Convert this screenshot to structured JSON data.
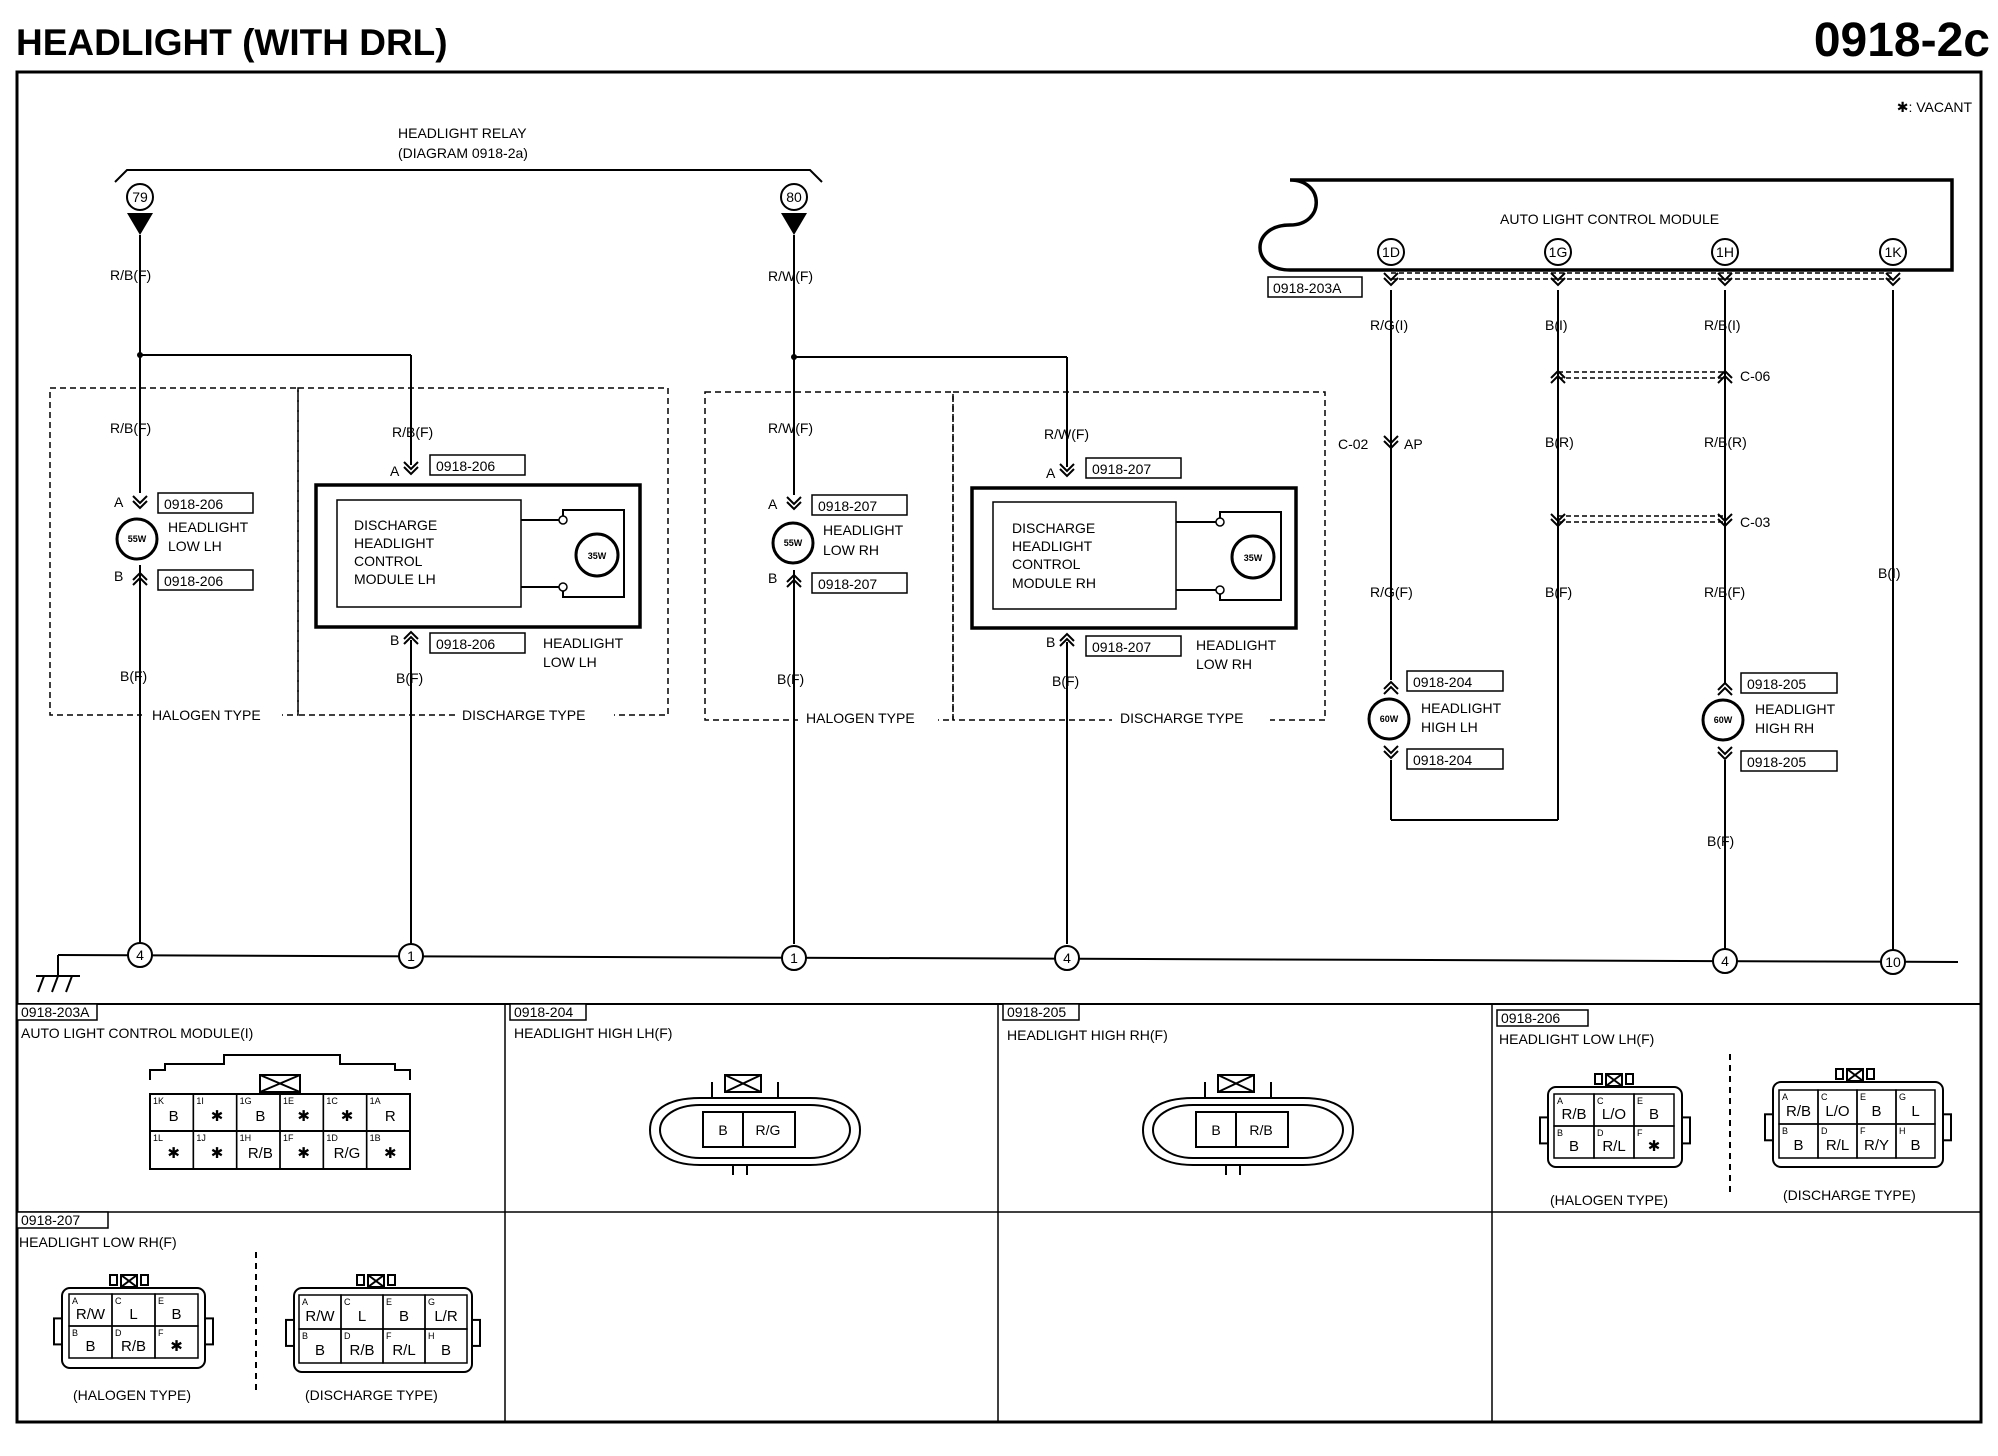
{
  "header": {
    "title": "HEADLIGHT (WITH DRL)",
    "code": "0918-2c"
  },
  "vacant_note": "✱: VACANT",
  "relay": {
    "name": "HEADLIGHT RELAY",
    "ref": "(DIAGRAM 0918-2a)",
    "pin_left": "79",
    "pin_right": "80"
  },
  "module": {
    "name": "AUTO LIGHT CONTROL MODULE",
    "conn_ref": "0918-203A",
    "pins": [
      "1D",
      "1G",
      "1H",
      "1K"
    ]
  },
  "wires": {
    "rb_f": "R/B(F)",
    "rw_f": "R/W(F)",
    "b_f": "B(F)",
    "rg_i": "R/G(I)",
    "b_i": "B(I)",
    "rb_i": "R/B(I)",
    "rg_f": "R/G(F)",
    "b_r": "B(R)",
    "rb_r": "R/B(R)"
  },
  "junctions": {
    "c06": "C-06",
    "c03": "C-03",
    "c02": "C-02",
    "ap": "AP"
  },
  "refs": {
    "r204": "0918-204",
    "r205": "0918-205",
    "r206": "0918-206",
    "r207": "0918-207"
  },
  "pins": {
    "a": "A",
    "b": "B"
  },
  "ground_pins": [
    "4",
    "1",
    "1",
    "4",
    "4",
    "10"
  ],
  "watts": {
    "w55": "55W",
    "w35": "35W",
    "w60": "60W"
  },
  "loads": {
    "low_lh_1": "HEADLIGHT",
    "low_lh_2": "LOW LH",
    "low_rh_1": "HEADLIGHT",
    "low_rh_2": "LOW RH",
    "high_lh_1": "HEADLIGHT",
    "high_lh_2": "HIGH LH",
    "high_rh_1": "HEADLIGHT",
    "high_rh_2": "HIGH RH"
  },
  "dhcm_lh": [
    "DISCHARGE",
    "HEADLIGHT",
    "CONTROL",
    "MODULE LH"
  ],
  "dhcm_rh": [
    "DISCHARGE",
    "HEADLIGHT",
    "CONTROL",
    "MODULE RH"
  ],
  "types": {
    "halogen": "HALOGEN TYPE",
    "discharge": "DISCHARGE TYPE",
    "halogen_p": "(HALOGEN TYPE)",
    "discharge_p": "(DISCHARGE TYPE)"
  },
  "connectors": {
    "c203a": {
      "ref": "0918-203A",
      "title": "AUTO LIGHT CONTROL MODULE(I)",
      "top": [
        [
          "1K",
          "B"
        ],
        [
          "1I",
          "✱"
        ],
        [
          "1G",
          "B"
        ],
        [
          "1E",
          "✱"
        ],
        [
          "1C",
          "✱"
        ],
        [
          "1A",
          "R"
        ]
      ],
      "bottom": [
        [
          "1L",
          "✱"
        ],
        [
          "1J",
          "✱"
        ],
        [
          "1H",
          "R/B"
        ],
        [
          "1F",
          "✱"
        ],
        [
          "1D",
          "R/G"
        ],
        [
          "1B",
          "✱"
        ]
      ]
    },
    "c204": {
      "ref": "0918-204",
      "title": "HEADLIGHT HIGH LH(F)",
      "cells": [
        "B",
        "R/G"
      ]
    },
    "c205": {
      "ref": "0918-205",
      "title": "HEADLIGHT HIGH RH(F)",
      "cells": [
        "B",
        "R/B"
      ]
    },
    "c206": {
      "ref": "0918-206",
      "title": "HEADLIGHT LOW LH(F)",
      "hal_top": [
        [
          "A",
          "R/B"
        ],
        [
          "C",
          "L/O"
        ],
        [
          "E",
          "B"
        ]
      ],
      "hal_bot": [
        [
          "B",
          "B"
        ],
        [
          "D",
          "R/L"
        ],
        [
          "F",
          "✱"
        ]
      ],
      "dis_top": [
        [
          "A",
          "R/B"
        ],
        [
          "C",
          "L/O"
        ],
        [
          "E",
          "B"
        ],
        [
          "G",
          "L"
        ]
      ],
      "dis_bot": [
        [
          "B",
          "B"
        ],
        [
          "D",
          "R/L"
        ],
        [
          "F",
          "R/Y"
        ],
        [
          "H",
          "B"
        ]
      ]
    },
    "c207": {
      "ref": "0918-207",
      "title": "HEADLIGHT LOW RH(F)",
      "hal_top": [
        [
          "A",
          "R/W"
        ],
        [
          "C",
          "L"
        ],
        [
          "E",
          "B"
        ]
      ],
      "hal_bot": [
        [
          "B",
          "B"
        ],
        [
          "D",
          "R/B"
        ],
        [
          "F",
          "✱"
        ]
      ],
      "dis_top": [
        [
          "A",
          "R/W"
        ],
        [
          "C",
          "L"
        ],
        [
          "E",
          "B"
        ],
        [
          "G",
          "L/R"
        ]
      ],
      "dis_bot": [
        [
          "B",
          "B"
        ],
        [
          "D",
          "R/B"
        ],
        [
          "F",
          "R/L"
        ],
        [
          "H",
          "B"
        ]
      ]
    }
  }
}
